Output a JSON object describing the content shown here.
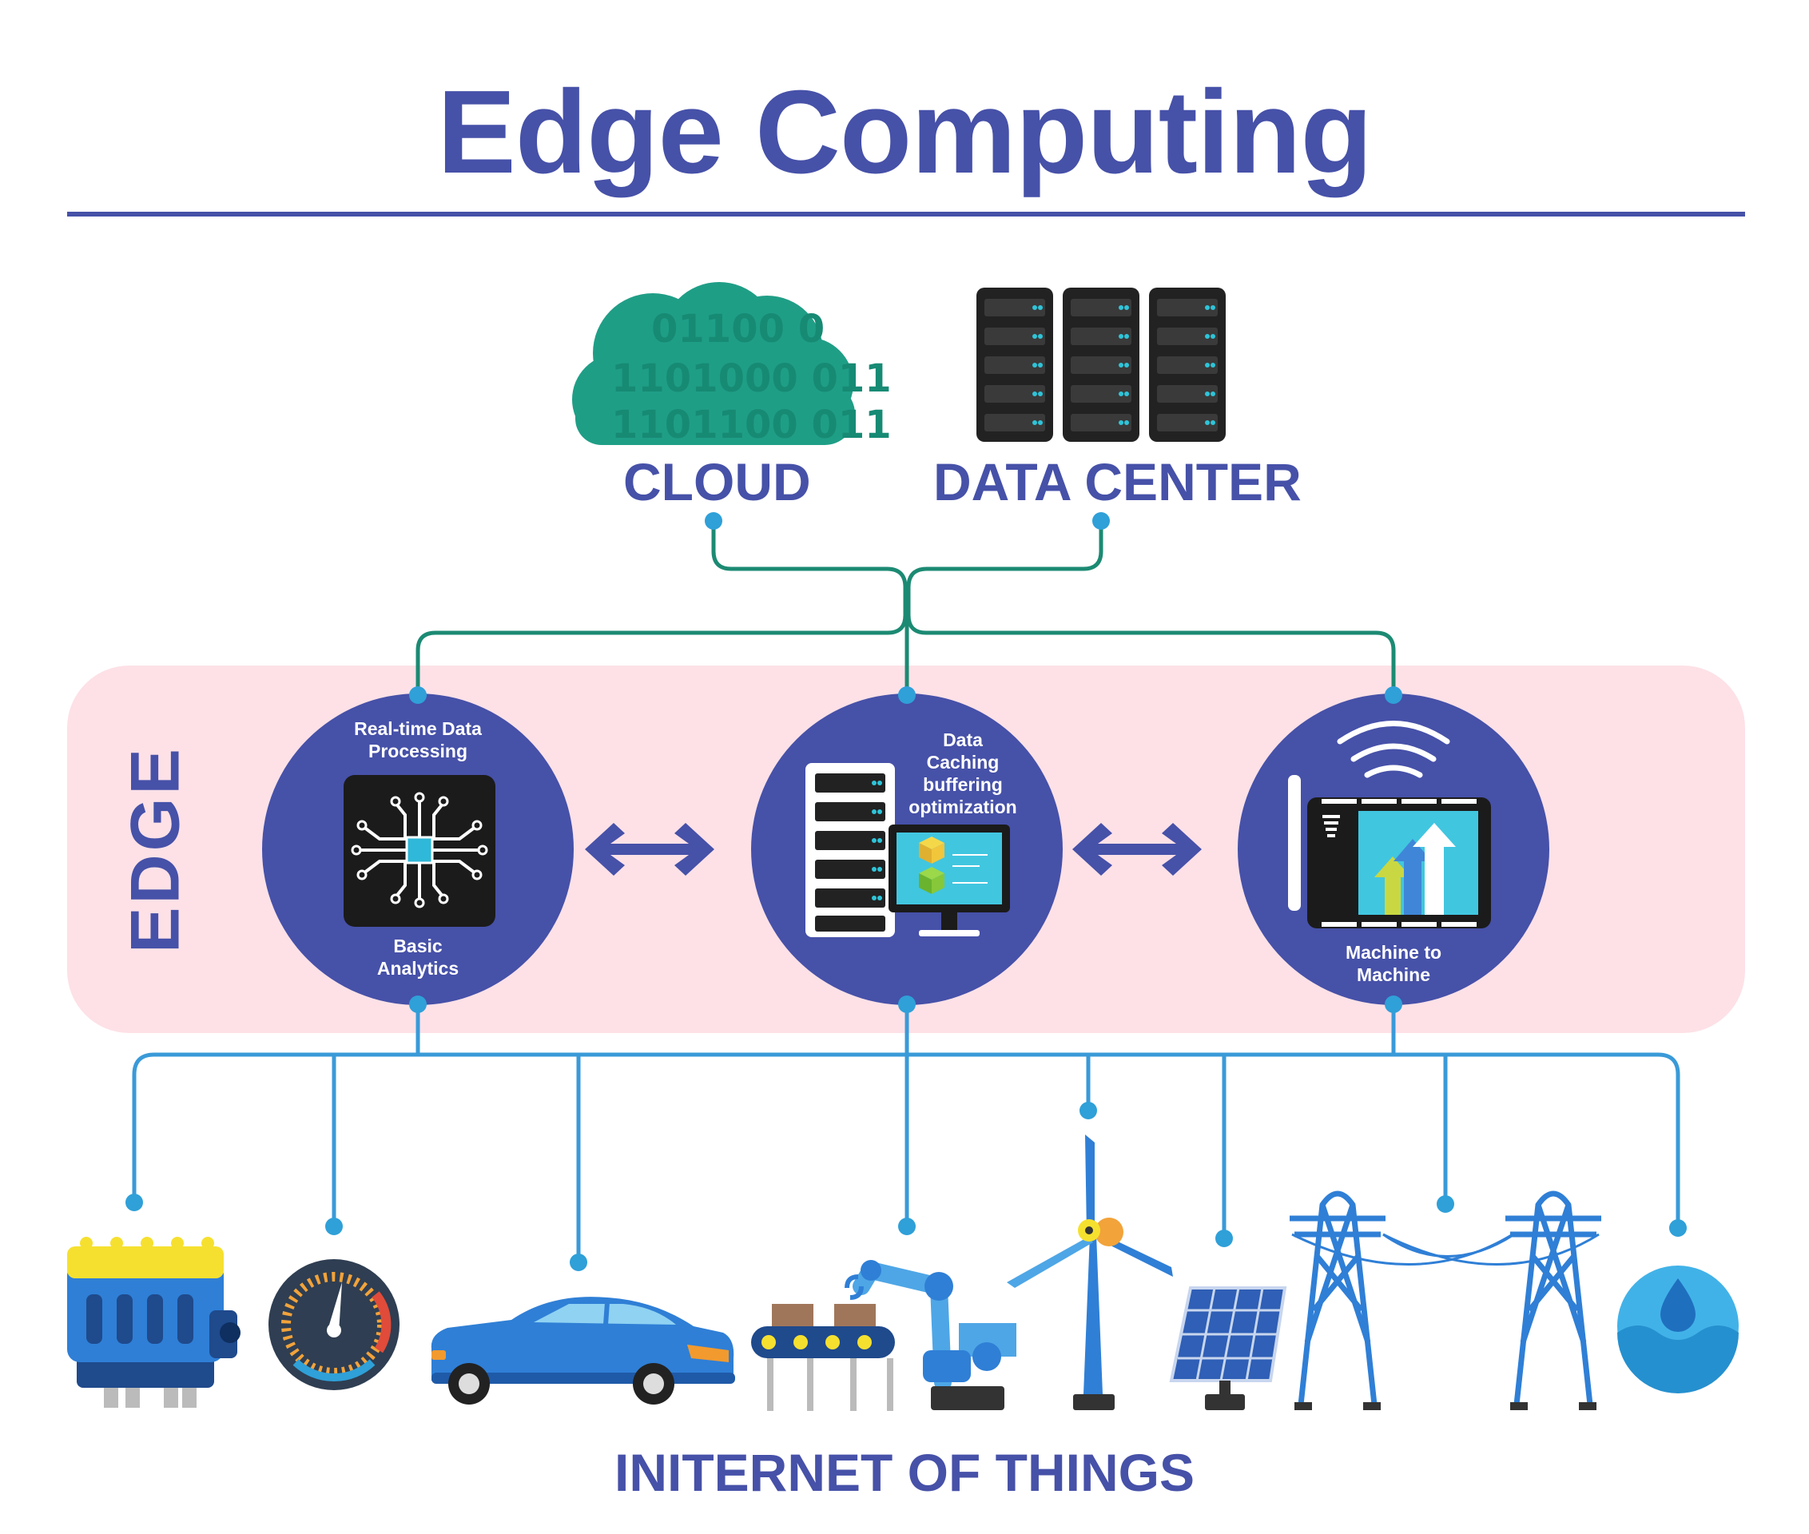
{
  "title": "Edge Computing",
  "cloud": {
    "label": "CLOUD",
    "binary_rows": [
      "01100 0",
      "1101000 011",
      "1101100 011"
    ]
  },
  "datacenter": {
    "label": "DATA CENTER"
  },
  "edge": {
    "label": "EDGE",
    "nodes": [
      {
        "top_text": "Real-time Data\nProcessing",
        "bottom_text": "Basic\nAnalytics"
      },
      {
        "top_text": "Data\nCaching\nbuffering\noptimization"
      },
      {
        "bottom_text": "Machine to\nMachine"
      }
    ]
  },
  "iot": {
    "label": "INITERNET OF THINGS",
    "devices": [
      "engine",
      "speedometer",
      "car",
      "robotic-assembly-line",
      "wind-turbine",
      "solar-panel",
      "power-lines",
      "water"
    ]
  },
  "colors": {
    "primary": "#4651a8",
    "teal": "#1c8a73",
    "cloud": "#1f9e86",
    "iot_line": "#3a9ad8",
    "edge_band": "#fde1e7",
    "dark": "#222222"
  }
}
